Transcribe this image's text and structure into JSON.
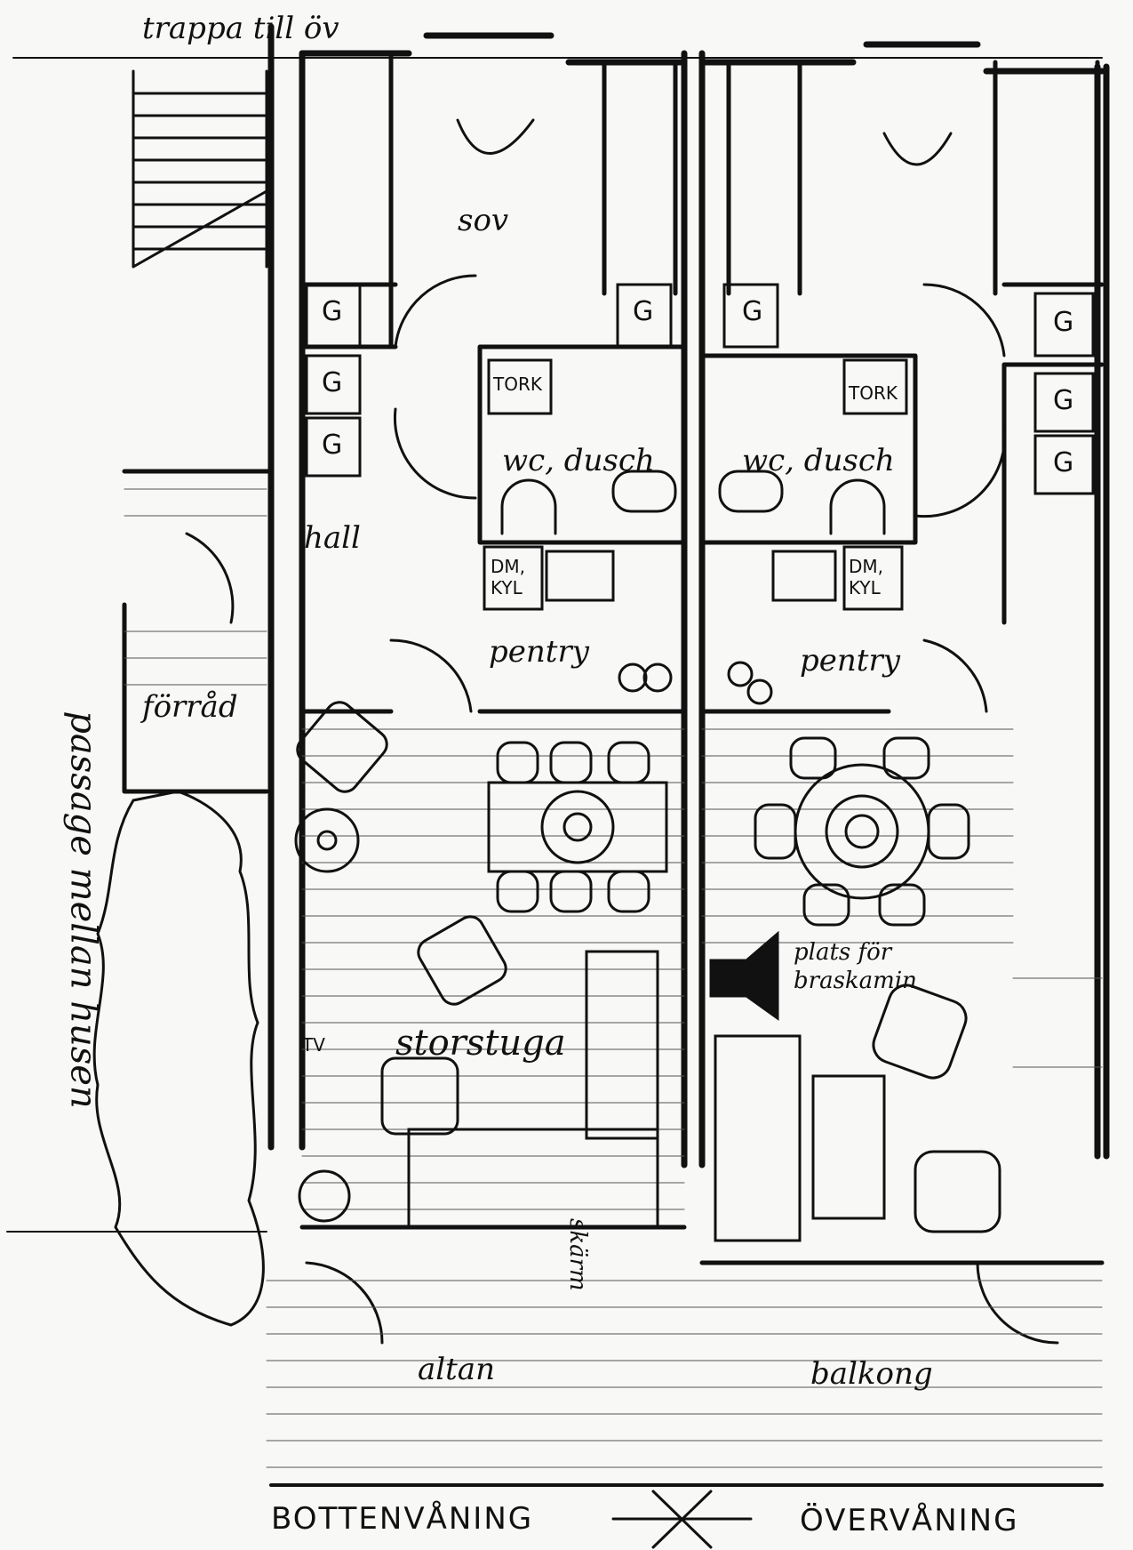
{
  "labels": {
    "stair": "trappa till öv",
    "bedroom": "sov",
    "wardrobe": "G",
    "dryer_left": "TORK",
    "dryer_right": "TORK",
    "bath_left": "wc, dusch",
    "bath_right": "wc, dusch",
    "hall": "hall",
    "dm_kyl_left": "DM, KYL",
    "dm_kyl_right": "DM, KYL",
    "pentry_left": "pentry",
    "pentry_right": "pentry",
    "storage": "förråd",
    "passage": "passage mellan husen",
    "living": "storstuga",
    "tv": "TV",
    "stove_place": "plats för braskamin",
    "terrace": "altan",
    "screen": "skärm",
    "balcony": "balkong",
    "ground_floor": "BOTTENVÅNING",
    "upper_floor": "ÖVERVÅNING"
  }
}
